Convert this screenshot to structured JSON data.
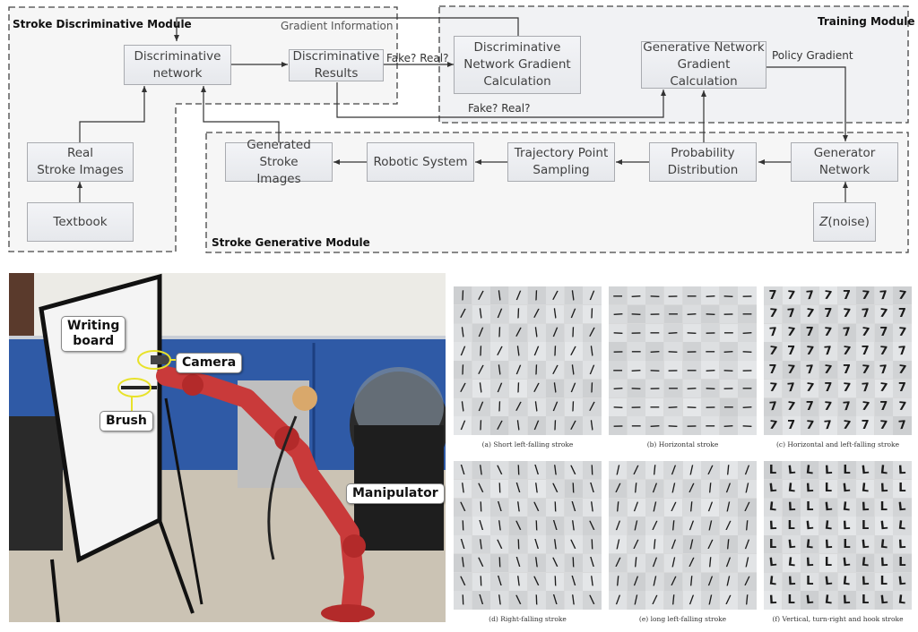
{
  "diagram": {
    "modules": {
      "discriminative": "Stroke Discriminative Module",
      "training": "Training Module",
      "generative": "Stroke Generative Module"
    },
    "boxes": {
      "disc_network": "Discriminative\nnetwork",
      "disc_results": "Discriminative\nResults",
      "disc_grad": "Discriminative\nNetwork Gradient\nCalculation",
      "gen_grad": "Generative Network\nGradient Calculation",
      "real_images": "Real\nStroke Images",
      "textbook": "Textbook",
      "gen_images": "Generated Stroke\nImages",
      "robotic": "Robotic System",
      "trajectory": "Trajectory Point\nSampling",
      "probability": "Probability\nDistribution",
      "generator": "Generator\nNetwork",
      "noise_z": "Z",
      "noise_rest": "(noise)"
    },
    "edge_labels": {
      "gradient_info": "Gradient Information",
      "fake_real_1": "Fake? Real?",
      "fake_real_2": "Fake? Real?",
      "policy_gradient": "Policy Gradient"
    }
  },
  "photo": {
    "callouts": {
      "writing_board": "Writing\nboard",
      "camera": "Camera",
      "brush": "Brush",
      "manipulator": "Manipulator"
    }
  },
  "stroke_grids": [
    {
      "caption": "(a) Short left-falling stroke",
      "glyph": "/"
    },
    {
      "caption": "(b) Horizontal stroke",
      "glyph": "—"
    },
    {
      "caption": "(c) Horizontal and left-falling stroke",
      "glyph": "7"
    },
    {
      "caption": "(d) Right-falling stroke",
      "glyph": "\\"
    },
    {
      "caption": "(e) long left-falling stroke",
      "glyph": "/"
    },
    {
      "caption": "(f) Vertical, turn-right and hook stroke",
      "glyph": "L"
    }
  ]
}
